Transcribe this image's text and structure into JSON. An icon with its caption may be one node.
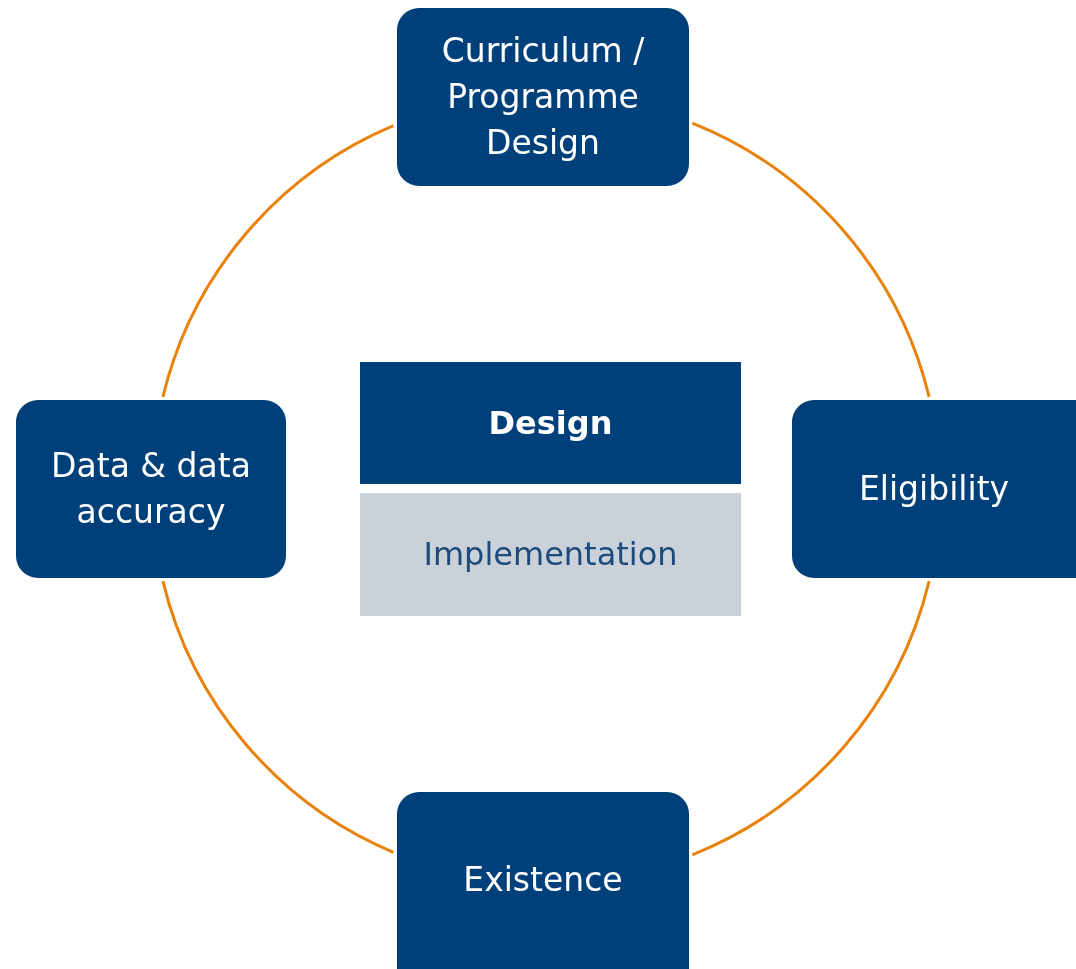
{
  "diagram": {
    "nodes": [
      {
        "text": [
          "Curriculum / Programme Design"
        ]
      },
      {
        "text": [
          "Eligibility"
        ]
      },
      {
        "text": [
          "Existence"
        ]
      },
      {
        "text": [
          "Data & data accuracy"
        ]
      },
      {
        "text": [
          "Design"
        ]
      },
      {
        "text": [
          "Implementation"
        ]
      }
    ],
    "edges": [
      {
        "from": 0,
        "to": 1,
        "arrow": "none"
      },
      {
        "from": 1,
        "to": 2,
        "arrow": "none"
      },
      {
        "from": 2,
        "to": 3,
        "arrow": "none"
      },
      {
        "from": 3,
        "to": 0,
        "arrow": "none"
      }
    ]
  }
}
